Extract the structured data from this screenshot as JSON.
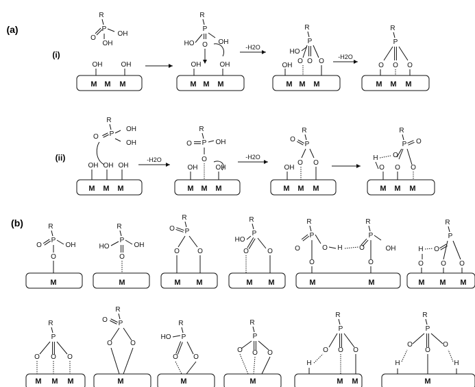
{
  "panels": {
    "a": "(a)",
    "b": "(b)"
  },
  "rows": {
    "i": "(i)",
    "ii": "(ii)"
  },
  "chem": {
    "R": "R",
    "P": "P",
    "O": "O",
    "OH": "OH",
    "HO": "HO",
    "H": "H",
    "M": "M",
    "water_loss": "-H2O"
  }
}
